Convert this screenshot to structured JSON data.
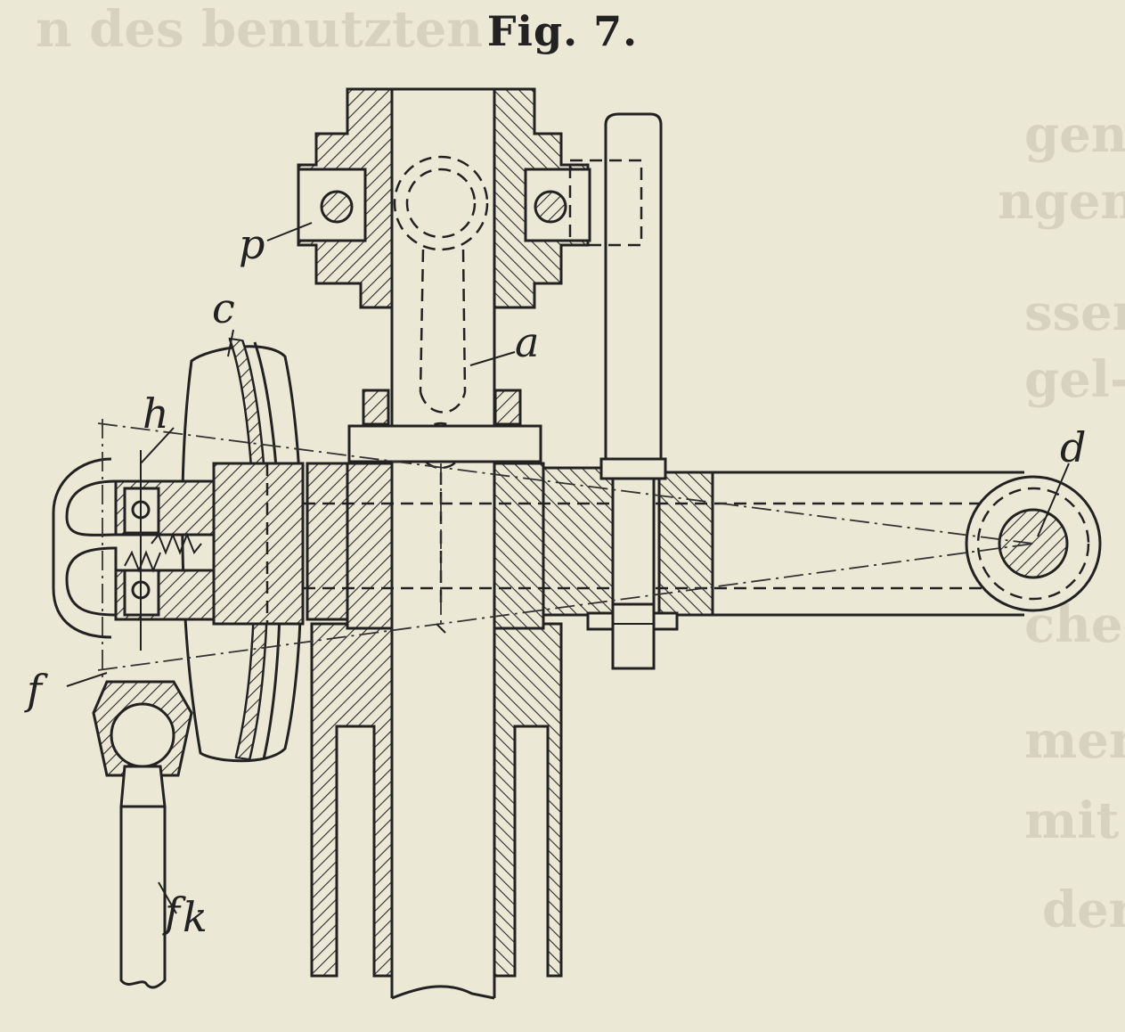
{
  "figure": {
    "caption": "Fig. 7.",
    "labels": {
      "p": "p",
      "c": "c",
      "a": "a",
      "h": "h",
      "d": "d",
      "f": "f",
      "k": "k"
    }
  },
  "bleed_through": [
    "n des benutzten",
    "gen",
    "ngen",
    "ssen",
    "gel-",
    "che",
    "men",
    "mit",
    "der"
  ]
}
